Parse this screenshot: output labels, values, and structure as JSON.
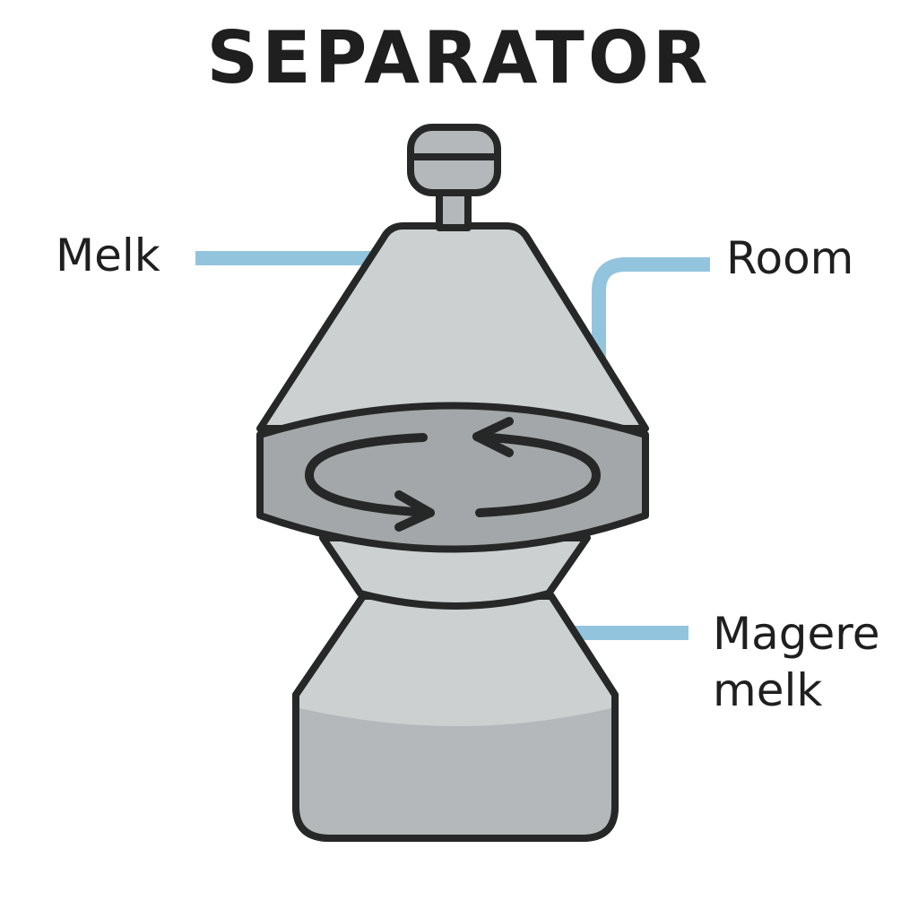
{
  "title": "SEPARATOR",
  "labels": {
    "milk_in": "Melk",
    "cream_out": "Room",
    "skim_line1": "Magere",
    "skim_line2": "melk"
  },
  "colors": {
    "pipe": "#93c4dd",
    "outline": "#262828",
    "body_light": "#ccd0d1",
    "body_dark": "#a4a7a9",
    "base_dark": "#b4b8ba"
  }
}
